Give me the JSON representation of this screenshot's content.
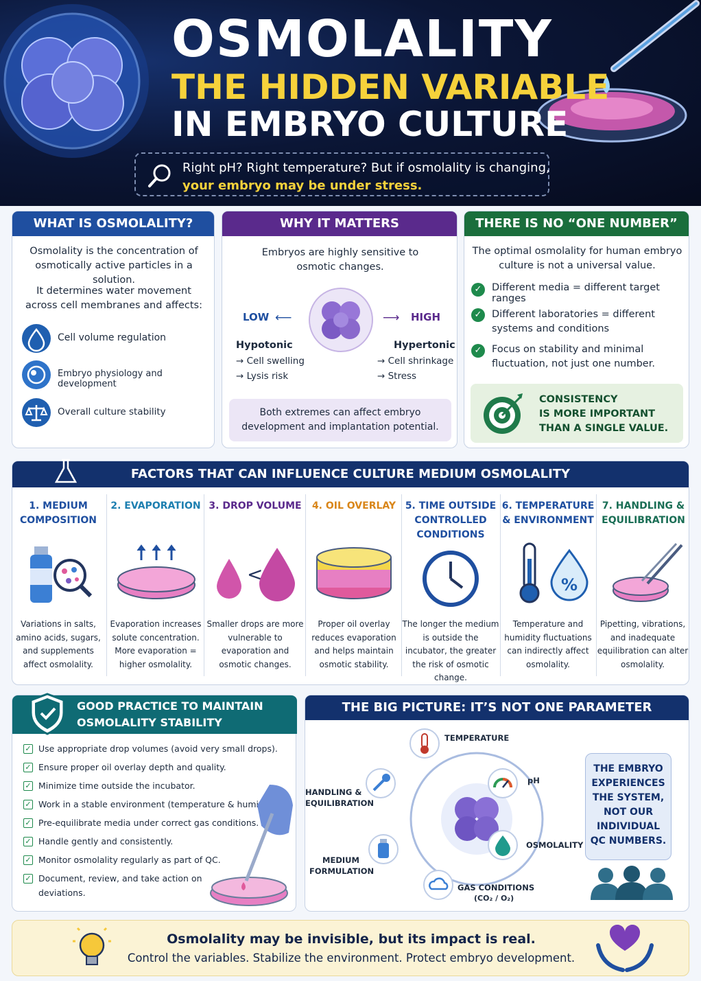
{
  "header": {
    "title_line1": "OSMOLALITY",
    "title_line2": "THE HIDDEN VARIABLE",
    "title_line3": "IN EMBRYO CULTURE",
    "question_line1": "Right pH? Right temperature? But if osmolality is changing,",
    "question_line2": "your embryo may be under stress."
  },
  "what": {
    "heading": "WHAT IS OSMOLALITY?",
    "p1": "Osmolality is the concentration of osmotically active particles in a solution.",
    "p2": "It determines water movement across cell membranes and affects:",
    "items": [
      "Cell volume regulation",
      "Embryo physiology and development",
      "Overall culture stability"
    ]
  },
  "why": {
    "heading": "WHY IT MATTERS",
    "p1": "Embryos are highly sensitive to osmotic changes.",
    "low": "LOW",
    "high": "HIGH",
    "hypo_title": "Hypotonic",
    "hypo_1": "→ Cell swelling",
    "hypo_2": "→ Lysis risk",
    "hyper_title": "Hypertonic",
    "hyper_1": "→ Cell shrinkage",
    "hyper_2": "→ Stress",
    "note": "Both extremes can affect embryo development and implantation potential."
  },
  "nonumber": {
    "heading": "THERE IS NO “ONE NUMBER”",
    "p1": "The optimal osmolality for human embryo culture is not a universal value.",
    "items": [
      "Different media = different target ranges",
      "Different laboratories = different systems and conditions",
      "Focus on stability and minimal fluctuation, not just one number."
    ],
    "callout": [
      "CONSISTENCY",
      "IS MORE IMPORTANT",
      "THAN A SINGLE VALUE."
    ]
  },
  "factors": {
    "heading": "FACTORS THAT CAN INFLUENCE CULTURE MEDIUM OSMOLALITY",
    "items": [
      {
        "title": "1. MEDIUM COMPOSITION",
        "color": "#1f4fa0",
        "desc": "Variations in salts, amino acids, sugars, and supplements affect osmolality."
      },
      {
        "title": "2. EVAPORATION",
        "color": "#1d7fb0",
        "desc": "Evaporation increases solute concentration. More evaporation = higher osmolality."
      },
      {
        "title": "3. DROP VOLUME",
        "color": "#5a2a8c",
        "desc": "Smaller drops are more vulnerable to evaporation and osmotic changes."
      },
      {
        "title": "4. OIL OVERLAY",
        "color": "#d9861a",
        "desc": "Proper oil overlay reduces evaporation and helps maintain osmotic stability."
      },
      {
        "title": "5. TIME OUTSIDE CONTROLLED CONDITIONS",
        "color": "#1f4fa0",
        "desc": "The longer the medium is outside the incubator, the greater the risk of osmotic change."
      },
      {
        "title": "6. TEMPERATURE & ENVIRONMENT",
        "color": "#1f4fa0",
        "desc": "Temperature and humidity fluctuations can indirectly affect osmolality."
      },
      {
        "title": "7. HANDLING & EQUILIBRATION",
        "color": "#1a6e55",
        "desc": "Pipetting, vibrations, and inadequate equilibration can alter osmolality."
      }
    ]
  },
  "practice": {
    "heading_1": "GOOD PRACTICE TO MAINTAIN",
    "heading_2": "OSMOLALITY STABILITY",
    "items": [
      "Use appropriate drop volumes (avoid very small drops).",
      "Ensure proper oil overlay depth and quality.",
      "Minimize time outside the incubator.",
      "Work in a stable environment (temperature & humidity).",
      "Pre-equilibrate media under correct gas conditions.",
      "Handle gently and consistently.",
      "Monitor osmolality regularly as part of QC.",
      "Document, review, and take action on",
      "deviations."
    ]
  },
  "bigpicture": {
    "heading": "THE BIG PICTURE: IT’S NOT ONE PARAMETER",
    "temperature": "TEMPERATURE",
    "ph": "pH",
    "osmolality": "OSMOLALITY",
    "gas_1": "GAS CONDITIONS",
    "gas_2": "(CO₂ / O₂)",
    "medium_1": "MEDIUM",
    "medium_2": "FORMULATION",
    "handling_1": "HANDLING &",
    "handling_2": "EQUILIBRATION",
    "bubble": [
      "THE EMBRYO",
      "EXPERIENCES",
      "THE SYSTEM,",
      "NOT OUR",
      "INDIVIDUAL",
      "QC NUMBERS."
    ]
  },
  "footer": {
    "line1": "Osmolality may be invisible, but its impact is real.",
    "line2": "Control the variables. Stabilize the environment. Protect embryo development."
  }
}
